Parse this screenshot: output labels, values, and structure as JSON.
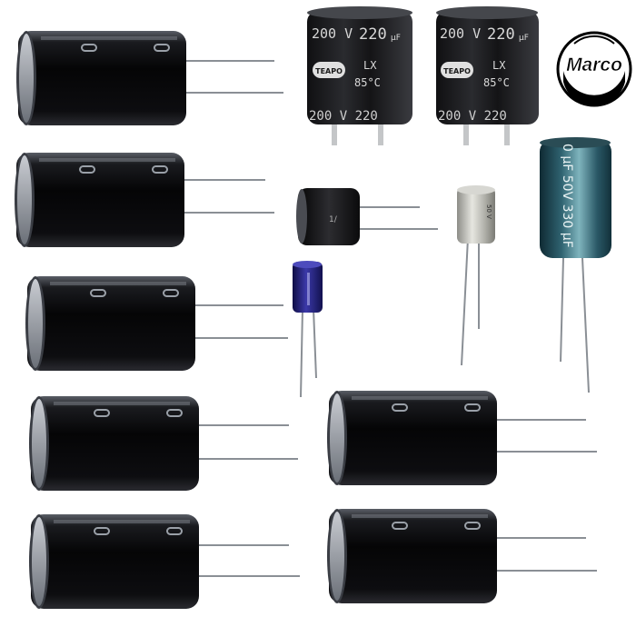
{
  "logo": {
    "text": "Marco",
    "colors": {
      "ring": "#000000",
      "fill": "#000000",
      "text": "#ffffff"
    }
  },
  "capacitors": {
    "large_220": {
      "voltage": "200 V",
      "capacitance": "220",
      "unit": "µF",
      "series": "LX",
      "temperature": "85°C",
      "brand": "TEAPO",
      "bottom_band": "200 V   220"
    },
    "tall_330": {
      "capacitance_label": "0 µF 50V 330 µF",
      "colors": {
        "body": "#1a3c46",
        "label": "#cfe2e6"
      }
    },
    "silver_small": {
      "label": "50 V"
    },
    "black_small": {
      "label": "1/"
    }
  },
  "colors": {
    "black_body": "#0c0c0e",
    "highlight": "#9aa0a8",
    "lead": "#8a8f95",
    "blue_body": "#1b1a6e",
    "silver_body": "#c9c9c4"
  }
}
